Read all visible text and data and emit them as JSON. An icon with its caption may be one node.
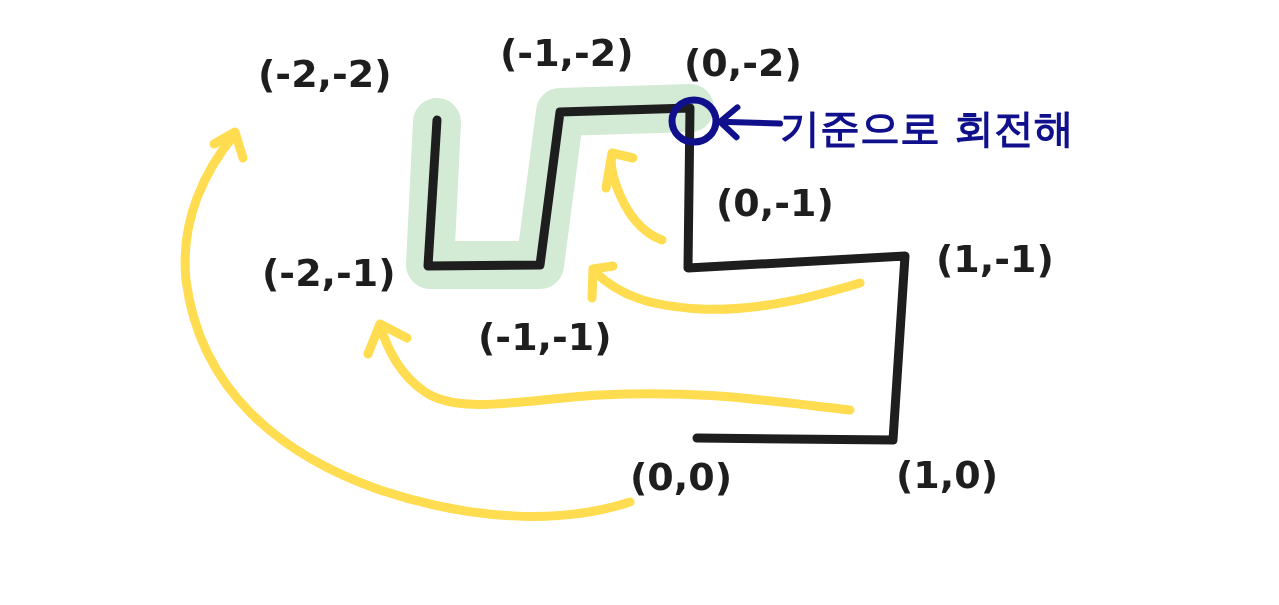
{
  "diagram": {
    "nodes": [
      {
        "text": [],
        "shape": "circle"
      },
      {
        "text": [
          "기준으로 회전해"
        ]
      }
    ],
    "edges": [
      {
        "from": 1,
        "to": 0,
        "arrow": "to"
      }
    ],
    "labels": [
      "(-2,-2)",
      "(-1,-2)",
      "(0,-2)",
      "(0,-1)",
      "(-2,-1)",
      "(1,-1)",
      "(-1,-1)",
      "(0,0)",
      "(1,0)"
    ]
  }
}
